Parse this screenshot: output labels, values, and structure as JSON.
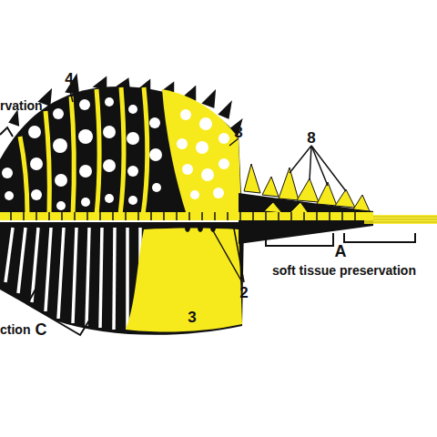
{
  "diagram": {
    "labels": [
      "4",
      "rvation",
      "3",
      "8",
      "A",
      "soft tissue preservation",
      "2",
      "3",
      "ction",
      "C"
    ]
  }
}
